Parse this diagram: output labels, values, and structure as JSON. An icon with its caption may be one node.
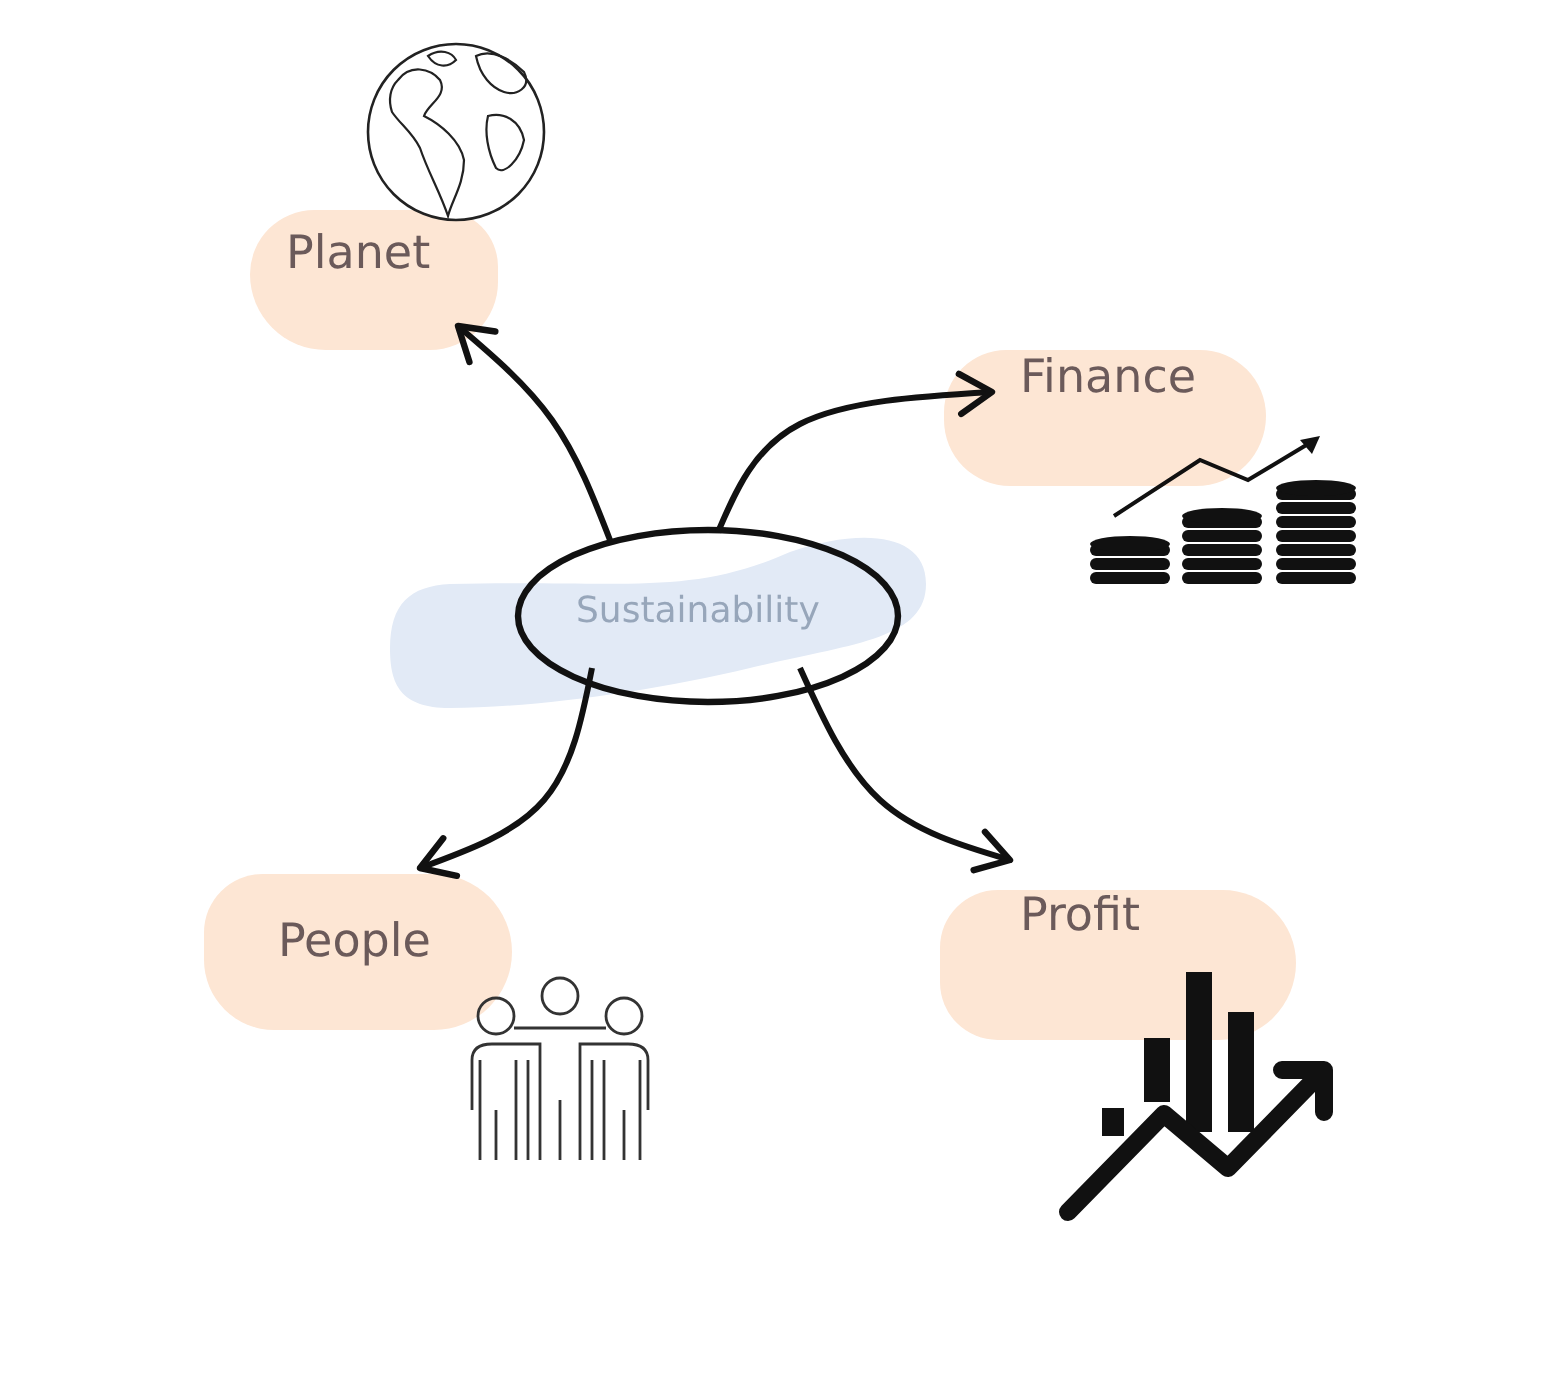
{
  "diagram": {
    "nodes": [
      {
        "text": [
          "Sustainability"
        ]
      },
      {
        "text": [
          "Planet"
        ]
      },
      {
        "text": [
          "Finance"
        ]
      },
      {
        "text": [
          "People"
        ]
      },
      {
        "text": [
          "Profit"
        ]
      }
    ],
    "edges": [
      {
        "from": 0,
        "to": 1,
        "arrow": "to"
      },
      {
        "from": 0,
        "to": 2,
        "arrow": "to"
      },
      {
        "from": 0,
        "to": 3,
        "arrow": "to"
      },
      {
        "from": 0,
        "to": 4,
        "arrow": "to"
      }
    ]
  }
}
